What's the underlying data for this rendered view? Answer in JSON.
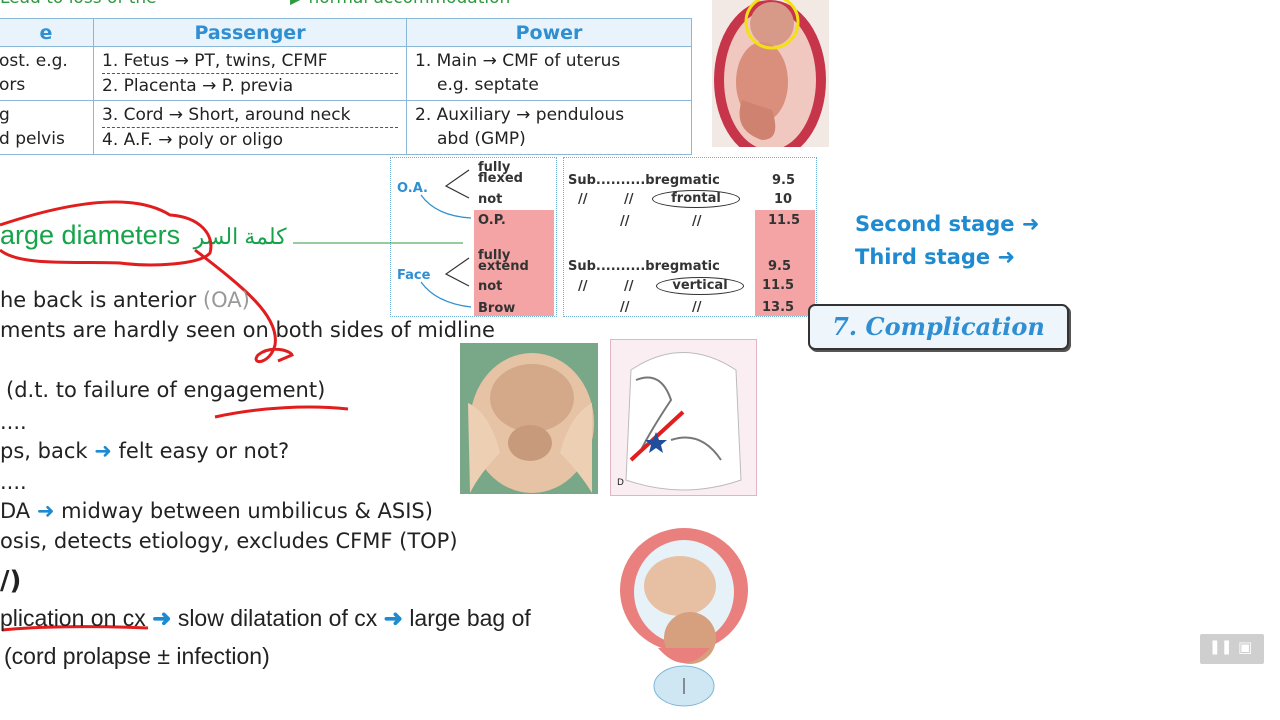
{
  "top_notes": {
    "left": "Lead to loss of the",
    "right": "normal accommodation"
  },
  "table": {
    "headers": [
      "e",
      "Passenger",
      "Power"
    ],
    "col1": [
      "ost. e.g.",
      "ors",
      "g",
      "d pelvis"
    ],
    "passenger": [
      "1. Fetus → PT, twins, CFMF",
      "2. Placenta → P. previa",
      "3. Cord → Short, around neck",
      "4. A.F. → poly or oligo"
    ],
    "power": [
      "1. Main → CMF of uterus",
      "e.g. septate",
      "2. Auxiliary → pendulous",
      "abd (GMP)"
    ]
  },
  "diagram_left": {
    "oa": "O.A.",
    "fully_flexed": "fully flexed",
    "not1": "not",
    "op": "O.P.",
    "face": "Face",
    "fully_extend": "fully extend",
    "not2": "not",
    "brow": "Brow"
  },
  "diagram_right": {
    "r1": [
      "Sub..........bregmatic",
      "9.5"
    ],
    "r2": [
      "//",
      "//",
      "frontal",
      "10"
    ],
    "r3": [
      "//",
      "//",
      "11.5"
    ],
    "r4": [
      "Sub..........bregmatic",
      "9.5"
    ],
    "r5": [
      "//",
      "//",
      "vertical",
      "11.5"
    ],
    "r6": [
      "//",
      "//",
      "13.5"
    ]
  },
  "stages": {
    "second": "Second stage",
    "third": "Third stage",
    "complication": "7. Complication"
  },
  "handwriting": {
    "large_diameters": "arge diameters",
    "arabic": "كلمة السر"
  },
  "lines": {
    "l1a": "he back is anterior ",
    "l1b": "(OA)",
    "l2": "ments are hardly seen on both sides of midline",
    "l3": "(d.t. to failure of engagement)",
    "l4": "....",
    "l5a": "ps, back",
    "l5b": "felt easy or not?",
    "l6": "....",
    "l7a": "DA",
    "l7b": "midway between umbilicus & ASIS)",
    "l8": "osis, detects etiology, excludes CFMF (TOP)",
    "l9": "/)",
    "l10a": "plication on cx",
    "l10b": "slow dilatation of cx",
    "l10c": "large bag of",
    "l11": "(cord prolapse ± infection)"
  },
  "image_label_d": "D",
  "colors": {
    "heading_blue": "#2f8fd2",
    "pink_cell": "#f4a4a4",
    "green_note": "#2e9a3e",
    "pen_red": "#e11d1d"
  }
}
